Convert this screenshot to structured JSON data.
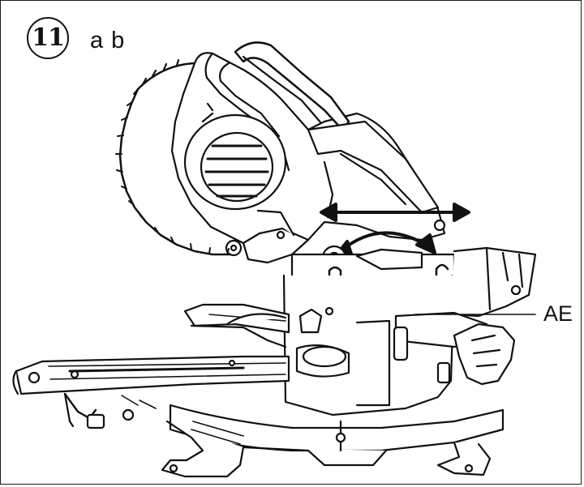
{
  "figure": {
    "step_number": "11",
    "sub_labels": "a b",
    "callout_label": "AE"
  },
  "colors": {
    "line": "#111111",
    "fill": "#ffffff",
    "shade": "#d9d9d9"
  }
}
